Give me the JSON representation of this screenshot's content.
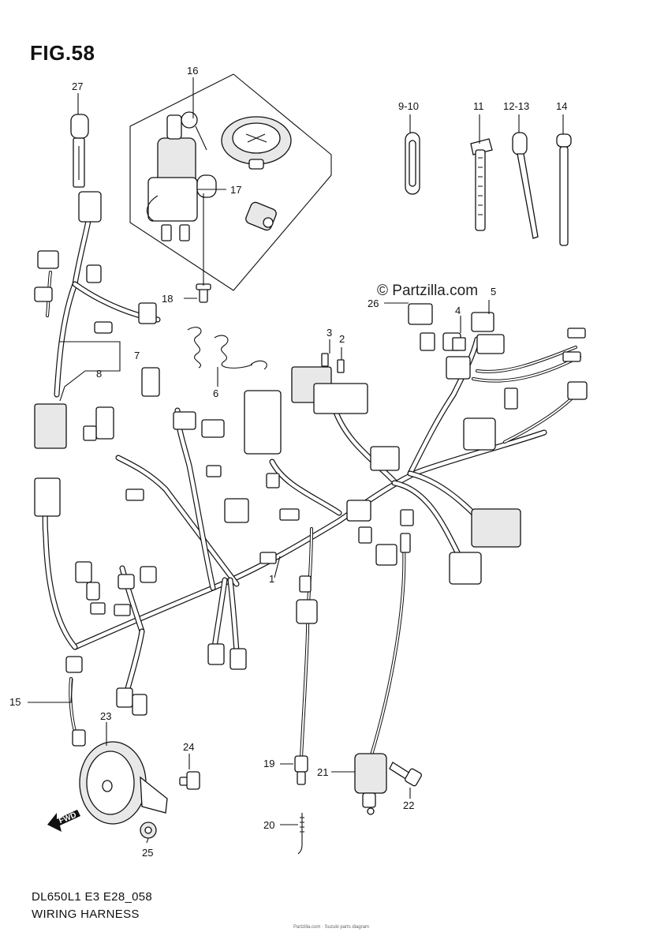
{
  "figure": {
    "title": "FIG.58",
    "model_code": "DL650L1 E3 E28_058",
    "section_name": "WIRING HARNESS",
    "watermark": "© Partzilla.com",
    "footer_note": "Partzilla.com · Suzuki parts diagram"
  },
  "fwd_label": "FWD",
  "callouts": [
    {
      "id": "1",
      "label": "1"
    },
    {
      "id": "2",
      "label": "2"
    },
    {
      "id": "3",
      "label": "3"
    },
    {
      "id": "4",
      "label": "4"
    },
    {
      "id": "5",
      "label": "5"
    },
    {
      "id": "6",
      "label": "6"
    },
    {
      "id": "7",
      "label": "7"
    },
    {
      "id": "8",
      "label": "8"
    },
    {
      "id": "9-10",
      "label": "9-10"
    },
    {
      "id": "11",
      "label": "11"
    },
    {
      "id": "12-13",
      "label": "12-13"
    },
    {
      "id": "14",
      "label": "14"
    },
    {
      "id": "15",
      "label": "15"
    },
    {
      "id": "16",
      "label": "16"
    },
    {
      "id": "17",
      "label": "17"
    },
    {
      "id": "18",
      "label": "18"
    },
    {
      "id": "19",
      "label": "19"
    },
    {
      "id": "20",
      "label": "20"
    },
    {
      "id": "21",
      "label": "21"
    },
    {
      "id": "22",
      "label": "22"
    },
    {
      "id": "23",
      "label": "23"
    },
    {
      "id": "24",
      "label": "24"
    },
    {
      "id": "25",
      "label": "25"
    },
    {
      "id": "26",
      "label": "26"
    },
    {
      "id": "27",
      "label": "27"
    }
  ]
}
